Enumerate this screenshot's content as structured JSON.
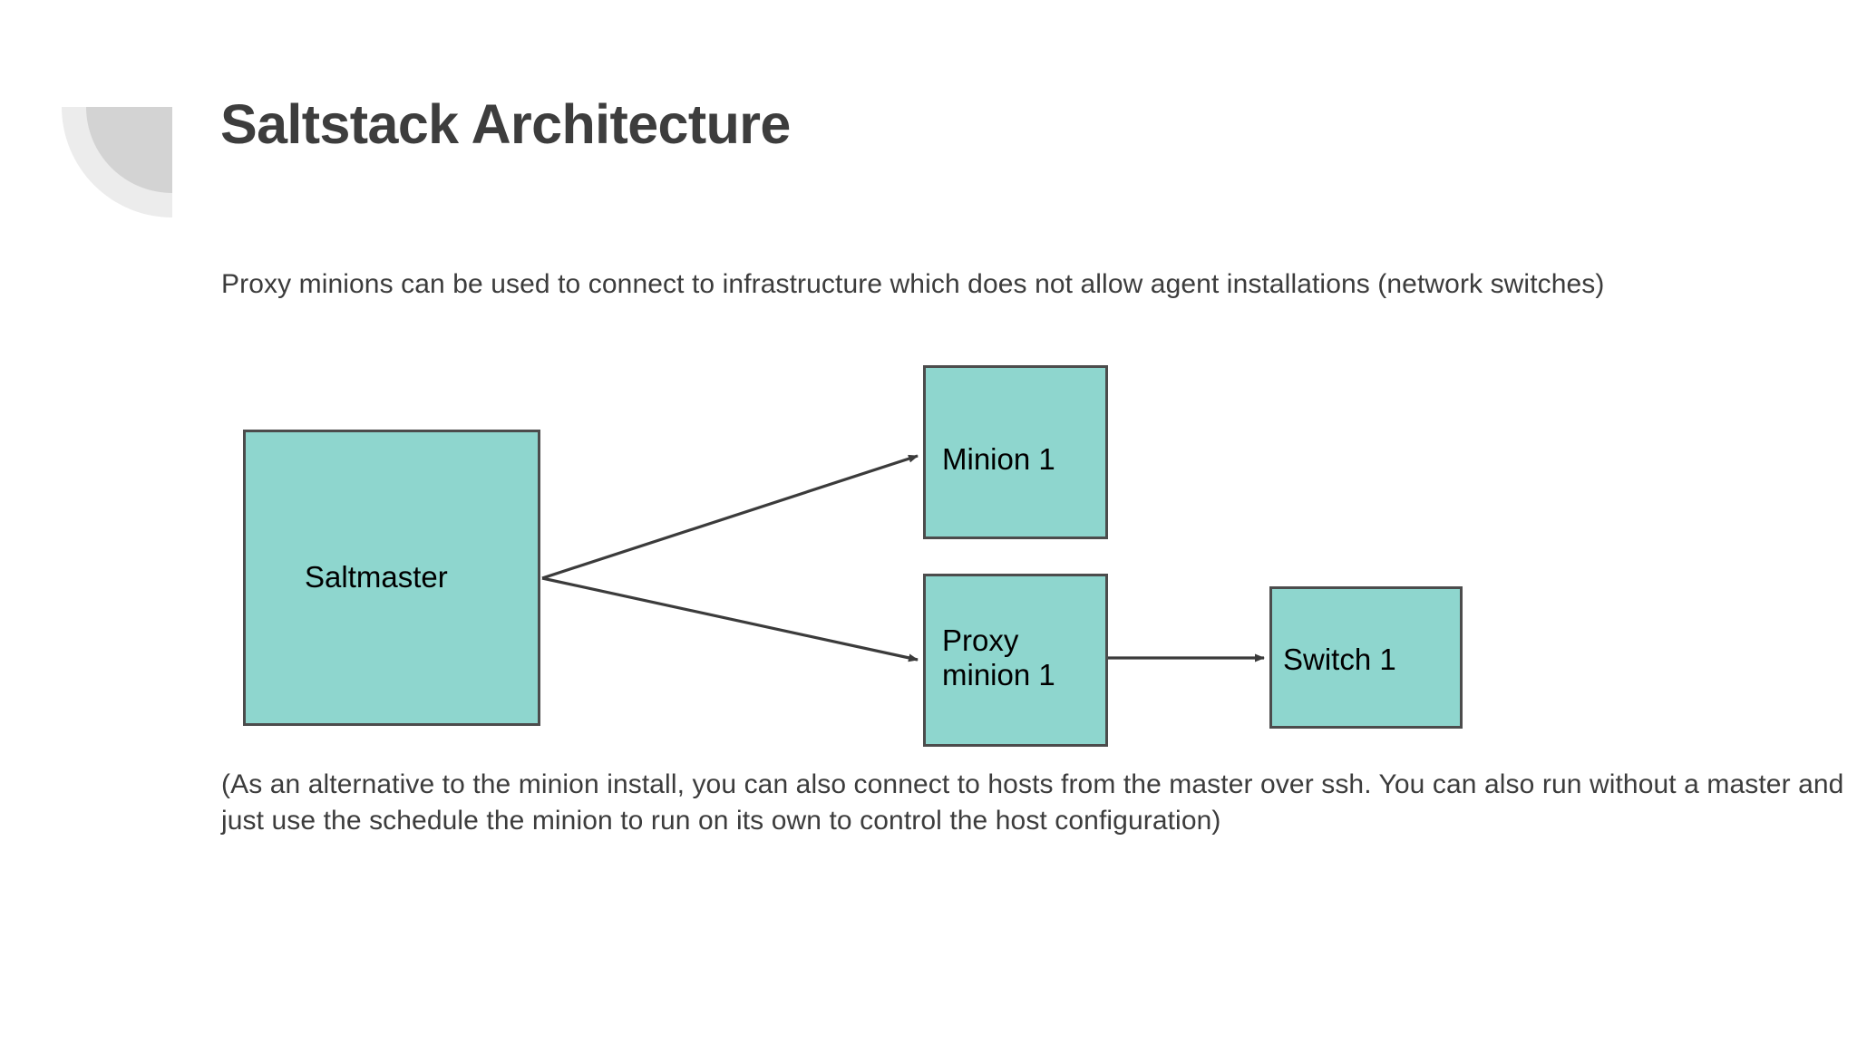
{
  "slide": {
    "title": "Saltstack Architecture",
    "background_color": "#ffffff",
    "title_color": "#3d3d3d",
    "body_text_color": "#3c3c3c"
  },
  "logo": {
    "name": "quarter-circle-logo",
    "outer_color": "#ececec",
    "inner_color": "#d3d3d3"
  },
  "content": {
    "intro_paragraph": "Proxy minions can be used to connect to infrastructure which does not allow agent installations (network switches)",
    "footnote_paragraph": "(As an alternative to the minion install, you can also connect to hosts from the master over ssh. You can also run without a master and just use the schedule the minion to run on its own to control the host configuration)"
  },
  "diagram": {
    "type": "flowchart",
    "node_fill_color": "#8ed6ce",
    "node_border_color": "#4c4c4c",
    "edge_color": "#3b3b3b",
    "nodes": [
      {
        "id": "saltmaster",
        "label": "Saltmaster"
      },
      {
        "id": "minion-1",
        "label": "Minion 1"
      },
      {
        "id": "proxy-minion-1",
        "label": "Proxy\nminion 1"
      },
      {
        "id": "switch-1",
        "label": "Switch 1"
      }
    ],
    "edges": [
      {
        "from": "saltmaster",
        "to": "minion-1",
        "arrow": "end"
      },
      {
        "from": "saltmaster",
        "to": "proxy-minion-1",
        "arrow": "end"
      },
      {
        "from": "proxy-minion-1",
        "to": "switch-1",
        "arrow": "end"
      }
    ]
  }
}
